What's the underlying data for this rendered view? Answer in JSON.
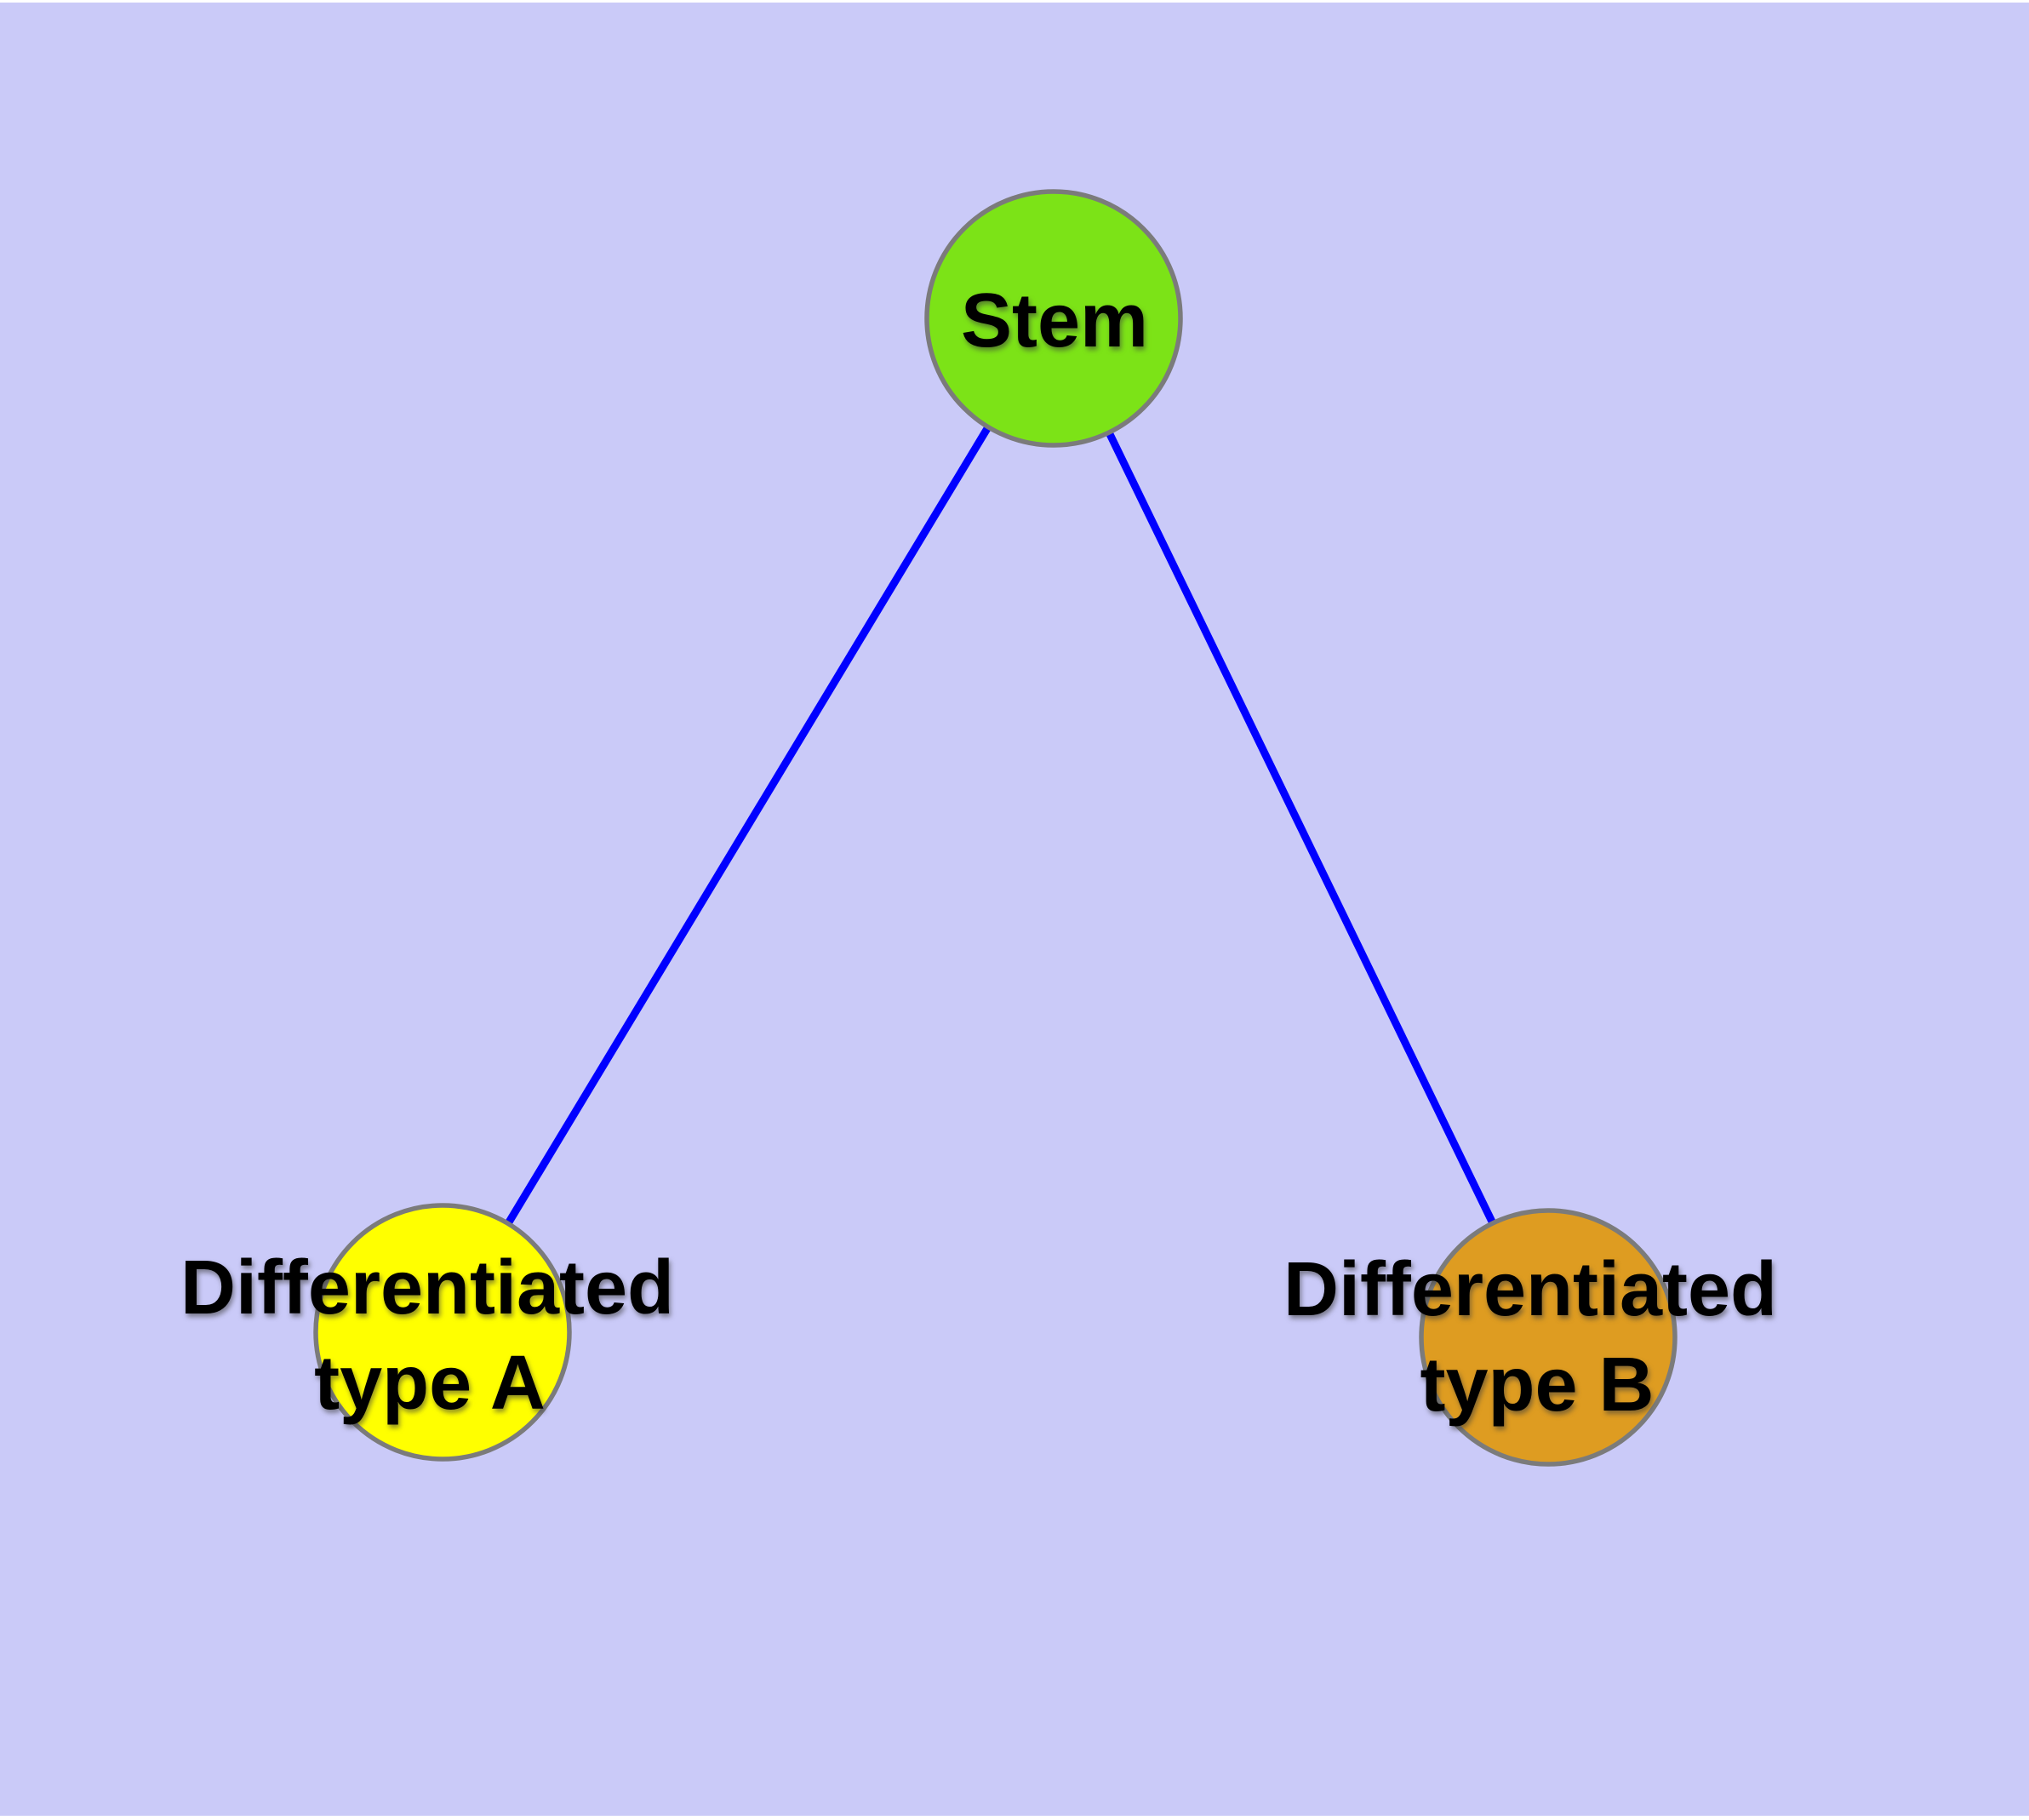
{
  "diagram": {
    "type": "graph",
    "colors": {
      "background": "#CACAF8",
      "edge": "#0000FF",
      "node_border": "#7B7B7B",
      "label_text": "#000000"
    },
    "nodes": [
      {
        "id": "stem",
        "label": "Stem",
        "label_lines": [
          "Stem"
        ],
        "fill_color": "#7CE317"
      },
      {
        "id": "differentiated-type-a",
        "label": "Differentiated type A",
        "label_lines": [
          "Differentiated",
          "type A"
        ],
        "fill_color": "#FFFF00"
      },
      {
        "id": "differentiated-type-b",
        "label": "Differentiated type B",
        "label_lines": [
          "Differentiated",
          "type B"
        ],
        "fill_color": "#DE9C21"
      }
    ],
    "edges": [
      {
        "from": "Stem",
        "to": "Differentiated type A"
      },
      {
        "from": "Stem",
        "to": "Differentiated type B"
      }
    ]
  }
}
